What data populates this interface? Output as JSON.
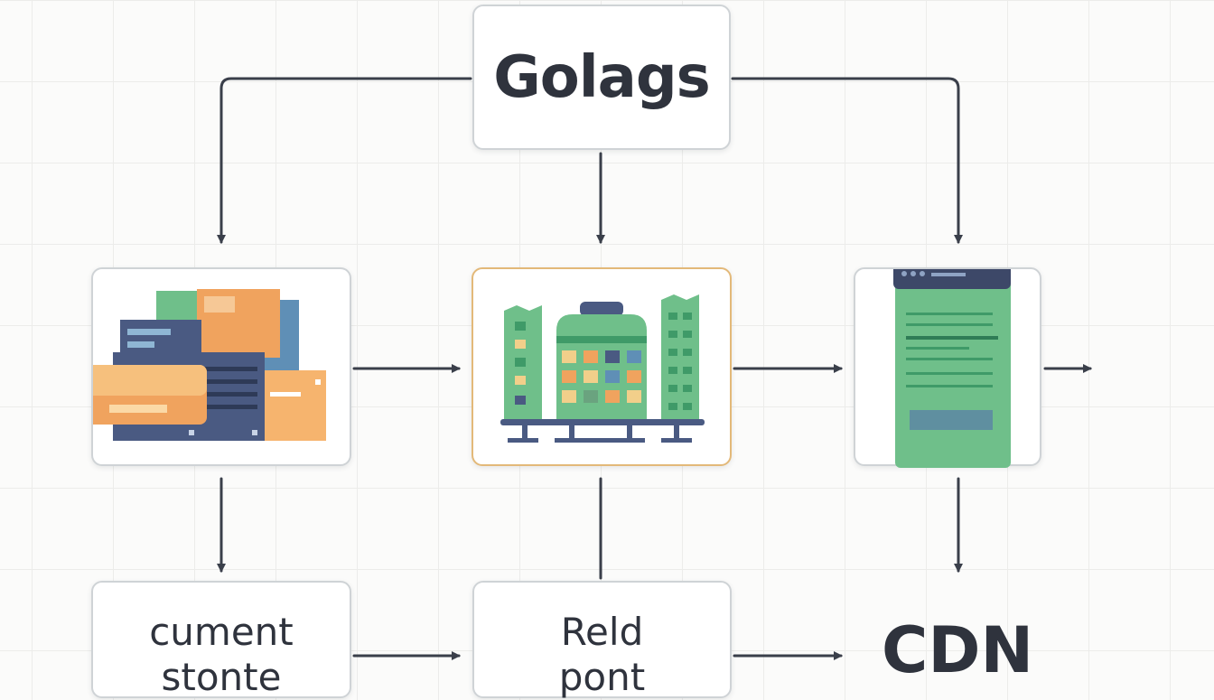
{
  "diagram": {
    "title_node": {
      "label": "Golags"
    },
    "image_nodes": [
      {
        "id": "documents",
        "icon": "documents-stack-icon"
      },
      {
        "id": "build",
        "icon": "city-build-icon"
      },
      {
        "id": "web",
        "icon": "web-page-icon"
      }
    ],
    "bottom_nodes": [
      {
        "id": "stored",
        "line1": "cument",
        "line2": "stonte"
      },
      {
        "id": "build-output",
        "line1": "Reld",
        "line2": "pont"
      },
      {
        "id": "cdn",
        "label": "CDN"
      }
    ],
    "edges": [
      [
        "Golags",
        "documents"
      ],
      [
        "Golags",
        "build"
      ],
      [
        "Golags",
        "web"
      ],
      [
        "documents",
        "build"
      ],
      [
        "build",
        "web"
      ],
      [
        "web",
        "exit"
      ],
      [
        "documents",
        "stored"
      ],
      [
        "build",
        "build-output"
      ],
      [
        "web",
        "cdn"
      ],
      [
        "stored",
        "build-output"
      ],
      [
        "build-output",
        "cdn"
      ]
    ],
    "colors": {
      "ink": "#2f333d",
      "orange": "#f0a35e",
      "green": "#6fbf8a",
      "navy": "#4a5a82",
      "accent_border": "#e3b979"
    }
  }
}
